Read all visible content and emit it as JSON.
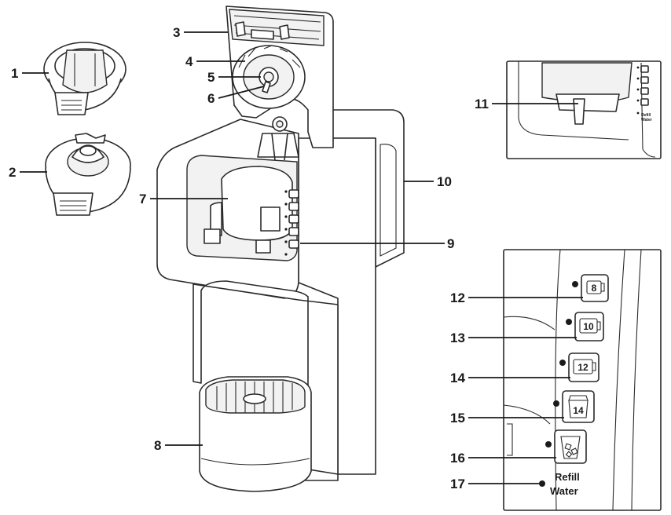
{
  "callouts": [
    {
      "id": "1",
      "label": "1"
    },
    {
      "id": "2",
      "label": "2"
    },
    {
      "id": "3",
      "label": "3"
    },
    {
      "id": "4",
      "label": "4"
    },
    {
      "id": "5",
      "label": "5"
    },
    {
      "id": "6",
      "label": "6"
    },
    {
      "id": "7",
      "label": "7"
    },
    {
      "id": "8",
      "label": "8"
    },
    {
      "id": "9",
      "label": "9"
    },
    {
      "id": "10",
      "label": "10"
    },
    {
      "id": "11",
      "label": "11"
    },
    {
      "id": "12",
      "label": "12"
    },
    {
      "id": "13",
      "label": "13"
    },
    {
      "id": "14",
      "label": "14"
    },
    {
      "id": "15",
      "label": "15"
    },
    {
      "id": "16",
      "label": "16"
    },
    {
      "id": "17",
      "label": "17"
    }
  ],
  "panel": {
    "buttons": [
      {
        "size": "8",
        "icon": "mug-icon"
      },
      {
        "size": "10",
        "icon": "mug-icon"
      },
      {
        "size": "12",
        "icon": "mug-icon"
      },
      {
        "size": "14",
        "icon": "travel-mug-icon"
      },
      {
        "size": "",
        "icon": "ice-cup-icon"
      }
    ],
    "refill_line1": "Refill",
    "refill_line2": "Water"
  }
}
